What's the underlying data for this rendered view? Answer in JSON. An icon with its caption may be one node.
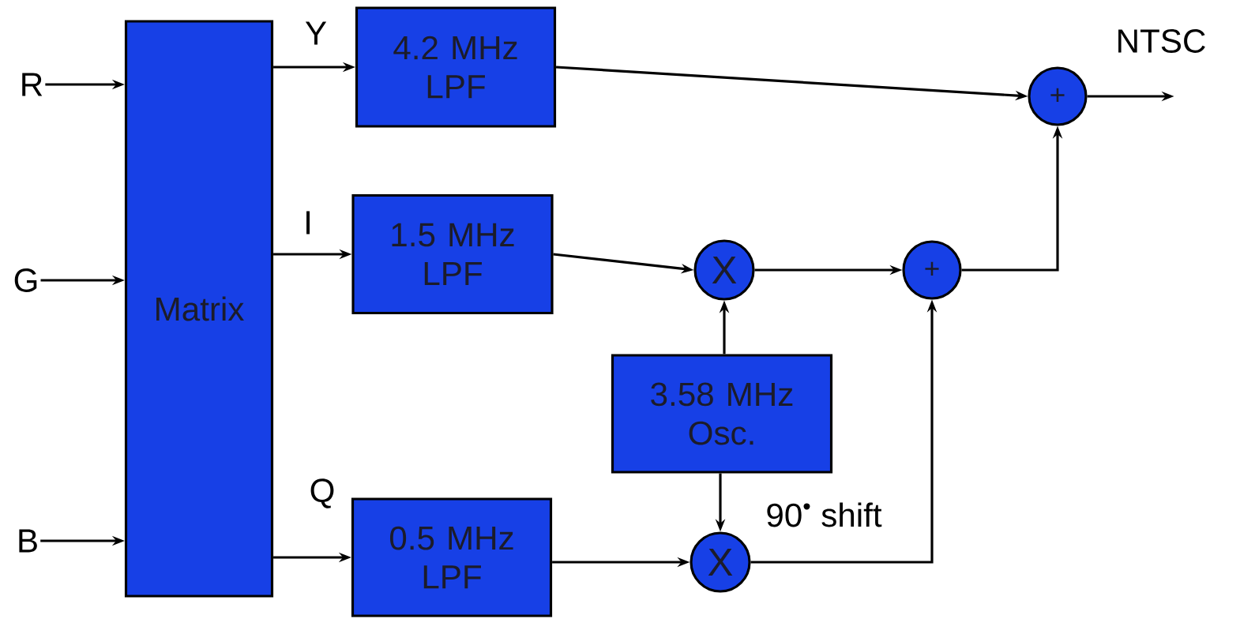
{
  "diagram": {
    "nodes": [
      {
        "text": [
          "R"
        ]
      },
      {
        "text": [
          "G"
        ]
      },
      {
        "text": [
          "B"
        ]
      },
      {
        "text": [
          "Matrix"
        ]
      },
      {
        "text": [
          "4.2 MHz LPF"
        ]
      },
      {
        "text": [
          "1.5 MHz LPF"
        ]
      },
      {
        "text": [
          "0.5 MHz LPF"
        ]
      },
      {
        "text": [
          "X"
        ]
      },
      {
        "text": [
          "3.58 MHz Osc."
        ]
      },
      {
        "text": [
          "X"
        ]
      },
      {
        "text": [
          "+"
        ]
      },
      {
        "text": [
          "+"
        ]
      }
    ],
    "edges": [
      {
        "from": 0,
        "to": 3,
        "arrow": "to"
      },
      {
        "from": 1,
        "to": 3,
        "arrow": "to"
      },
      {
        "from": 2,
        "to": 3,
        "arrow": "to"
      },
      {
        "from": 3,
        "to": 4,
        "arrow": "to",
        "label": "Y"
      },
      {
        "from": 3,
        "to": 5,
        "arrow": "to",
        "label": "I"
      },
      {
        "from": 3,
        "to": 6,
        "arrow": "to",
        "label": "Q"
      },
      {
        "from": 4,
        "to": 11,
        "arrow": "to"
      },
      {
        "from": 5,
        "to": 7,
        "arrow": "to"
      },
      {
        "from": 6,
        "to": 9,
        "arrow": "to"
      },
      {
        "from": 8,
        "to": 7,
        "arrow": "to"
      },
      {
        "from": 8,
        "to": 9,
        "arrow": "to"
      },
      {
        "from": 7,
        "to": 10,
        "arrow": "to"
      },
      {
        "from": 9,
        "to": 10,
        "arrow": "to"
      },
      {
        "from": 10,
        "to": 11,
        "arrow": "to"
      },
      {
        "from": 11,
        "to": null,
        "arrow": "to"
      }
    ],
    "labels": [
      "NTSC",
      "90$^{•}$ shift"
    ]
  }
}
